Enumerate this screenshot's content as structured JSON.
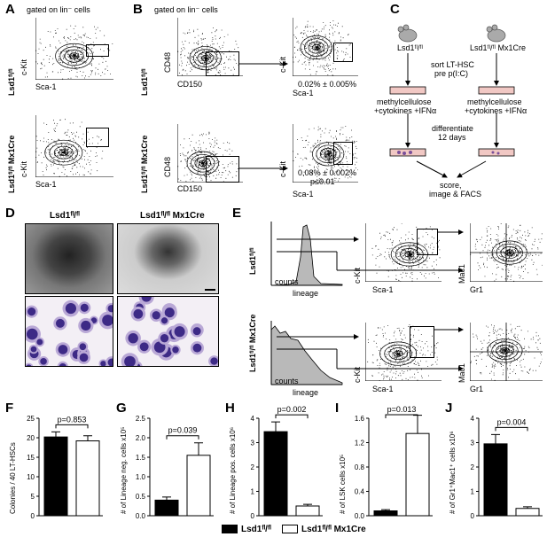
{
  "panels": {
    "A": {
      "letter": "A",
      "gate": "gated on lin⁻ cells",
      "row1": "Lsd1ᶠˡ/ᶠˡ",
      "row2": "Lsd1ᶠˡ/ᶠˡ Mx1Cre",
      "xaxis": "Sca-1",
      "yaxis": "c-Kit"
    },
    "B": {
      "letter": "B",
      "gate": "gated on lin⁻ cells",
      "row1": "Lsd1ᶠˡ/ᶠˡ",
      "row2": "Lsd1ᶠˡ/ᶠˡ Mx1Cre",
      "x1": "CD150",
      "y1": "CD48",
      "x2": "Sca-1",
      "y2": "c-Kit",
      "stat1": "0.02% ± 0.005%",
      "stat2": "0.08% ± 0.002%",
      "pval2": "p≤0.01"
    },
    "C": {
      "letter": "C",
      "mouse1": "Lsd1ᶠˡ/ᶠˡ",
      "mouse2": "Lsd1ᶠˡ/ᶠˡ Mx1Cre",
      "sort": "sort LT-HSC",
      "pre": "pre p(I:C)",
      "medium": "methylcellulose",
      "additives": "+cytokines +IFNα",
      "differentiate": "differentiate",
      "days": "12 days",
      "score": "score,",
      "image": "image & FACS"
    },
    "D": {
      "letter": "D",
      "col1": "Lsd1ᶠˡ/ᶠˡ",
      "col2": "Lsd1ᶠˡ/ᶠˡ Mx1Cre"
    },
    "E": {
      "letter": "E",
      "row1": "Lsd1ᶠˡ/ᶠˡ",
      "row2": "Lsd1ᶠˡ/ᶠˡ Mx1Cre",
      "counts": "counts",
      "lineage": "lineage",
      "ckit": "c-Kit",
      "sca": "Sca-1",
      "mac": "Mac1",
      "gr": "Gr1"
    }
  },
  "bar_charts": [
    {
      "id": "F",
      "letter": "F",
      "ylabel": "Colonies / 40 LT-HSCs",
      "pval": "p=0.853",
      "yticks": [
        "0",
        "5",
        "10",
        "15",
        "20",
        "25"
      ]
    },
    {
      "id": "G",
      "letter": "G",
      "ylabel": "# of Lineage neg. cells x10⁵",
      "pval": "p=0.039",
      "yticks": [
        "0.0",
        "0.5",
        "1.0",
        "1.5",
        "2.0",
        "2.5"
      ]
    },
    {
      "id": "H",
      "letter": "H",
      "ylabel": "# of Lineage pos. cells x10⁶",
      "pval": "p=0.002",
      "yticks": [
        "0",
        "1",
        "2",
        "3",
        "4"
      ]
    },
    {
      "id": "I",
      "letter": "I",
      "ylabel": "# of LSK cells x10⁵",
      "pval": "p=0.013",
      "yticks": [
        "0.0",
        "0.4",
        "0.8",
        "1.2",
        "1.6"
      ]
    },
    {
      "id": "J",
      "letter": "J",
      "ylabel": "# of Gr1⁺Mac1⁺ cells x10⁶",
      "pval": "p=0.004",
      "yticks": [
        "0",
        "1",
        "2",
        "3",
        "4"
      ]
    }
  ],
  "chart_data": [
    {
      "type": "bar",
      "id": "F",
      "categories": [
        "Lsd1fl/fl",
        "Lsd1fl/fl Mx1Cre"
      ],
      "values": [
        20.2,
        19.2
      ],
      "errors": [
        1.3,
        1.3
      ],
      "ylim": [
        0,
        25
      ],
      "ylabel": "Colonies / 40 LT-HSCs"
    },
    {
      "type": "bar",
      "id": "G",
      "categories": [
        "Lsd1fl/fl",
        "Lsd1fl/fl Mx1Cre"
      ],
      "values": [
        0.4,
        1.55
      ],
      "errors": [
        0.08,
        0.32
      ],
      "ylim": [
        0,
        2.5
      ],
      "ylabel": "# of Lineage neg. cells x10⁵"
    },
    {
      "type": "bar",
      "id": "H",
      "categories": [
        "Lsd1fl/fl",
        "Lsd1fl/fl Mx1Cre"
      ],
      "values": [
        3.45,
        0.4
      ],
      "errors": [
        0.4,
        0.07
      ],
      "ylim": [
        0,
        4
      ],
      "ylabel": "# of Lineage pos. cells x10⁶"
    },
    {
      "type": "bar",
      "id": "I",
      "categories": [
        "Lsd1fl/fl",
        "Lsd1fl/fl Mx1Cre"
      ],
      "values": [
        0.08,
        1.35
      ],
      "errors": [
        0.02,
        0.3
      ],
      "ylim": [
        0,
        1.6
      ],
      "ylabel": "# of LSK cells x10⁵"
    },
    {
      "type": "bar",
      "id": "J",
      "categories": [
        "Lsd1fl/fl",
        "Lsd1fl/fl Mx1Cre"
      ],
      "values": [
        2.95,
        0.3
      ],
      "errors": [
        0.38,
        0.07
      ],
      "ylim": [
        0,
        4
      ],
      "ylabel": "# of Gr1⁺Mac1⁺ cells x10⁶"
    }
  ],
  "legend": {
    "item1": "Lsd1ᶠˡ/ᶠˡ",
    "item2": "Lsd1ᶠˡ/ᶠˡ Mx1Cre",
    "fill1": "#000000",
    "fill2": "#ffffff"
  }
}
